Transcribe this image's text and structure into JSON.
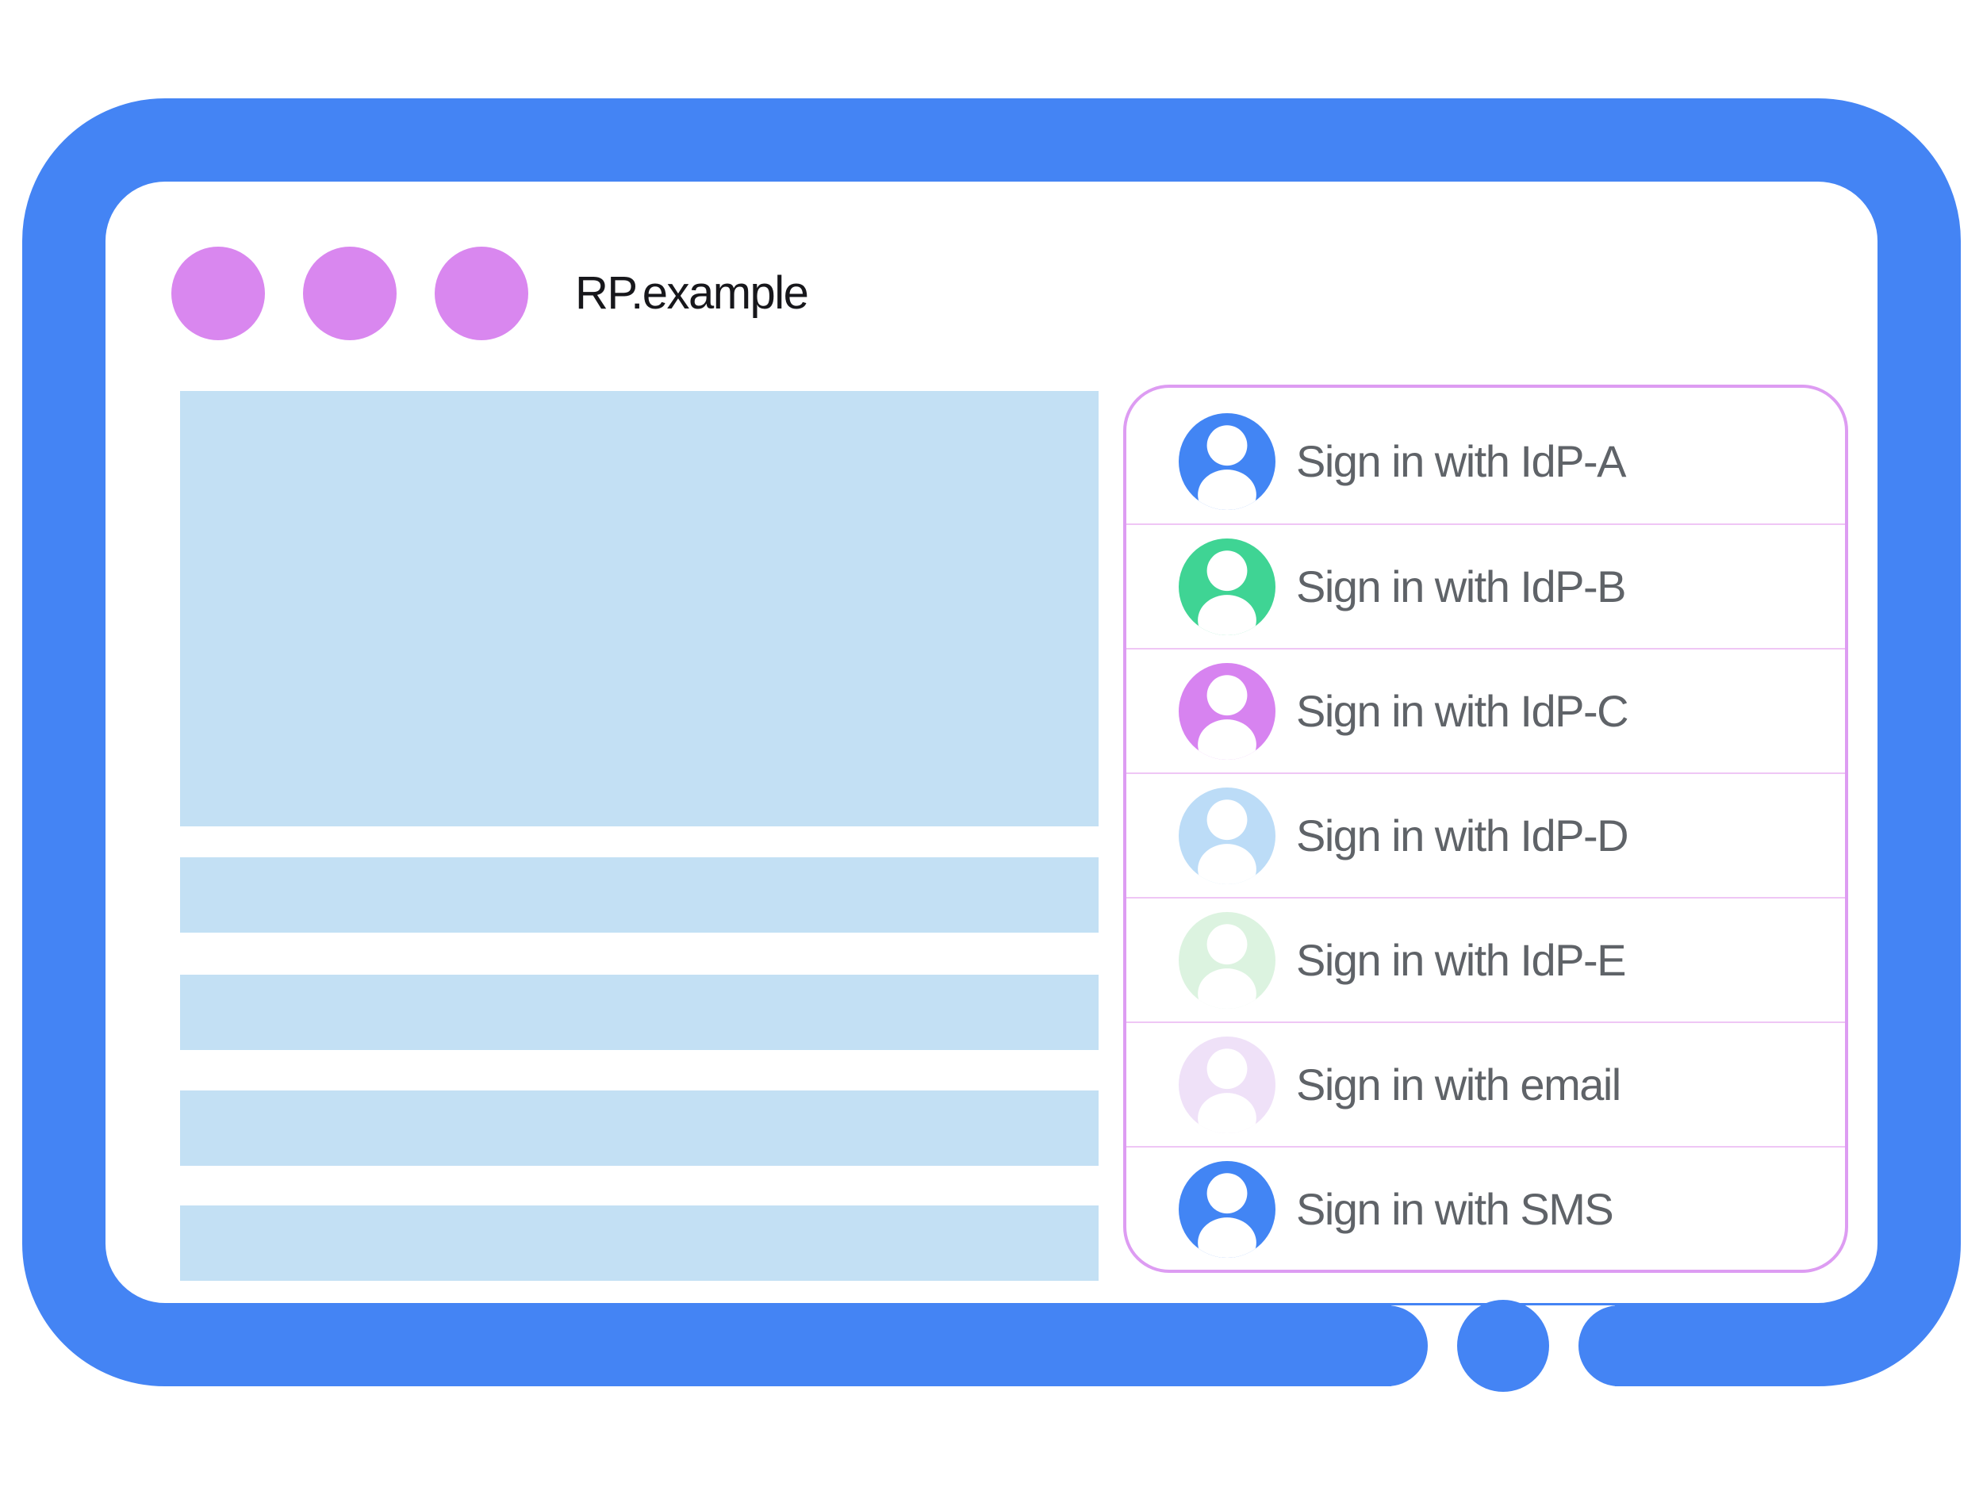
{
  "window": {
    "title": "RP.example",
    "dot_count": 3
  },
  "signin": {
    "options": [
      {
        "label": "Sign in with IdP-A",
        "avatar_icon": "person-icon",
        "avatar_color": "#4285F4"
      },
      {
        "label": "Sign in with IdP-B",
        "avatar_icon": "person-icon",
        "avatar_color": "#3FD494"
      },
      {
        "label": "Sign in with IdP-C",
        "avatar_icon": "person-icon",
        "avatar_color": "#D783F0"
      },
      {
        "label": "Sign in with IdP-D",
        "avatar_icon": "person-icon",
        "avatar_color": "#BCDCF7"
      },
      {
        "label": "Sign in with IdP-E",
        "avatar_icon": "person-icon",
        "avatar_color": "#DCF3E0"
      },
      {
        "label": "Sign in with email",
        "avatar_icon": "person-icon",
        "avatar_color": "#EFE1F8"
      },
      {
        "label": "Sign in with SMS",
        "avatar_icon": "person-icon",
        "avatar_color": "#4285F4"
      }
    ]
  },
  "colors": {
    "frame_blue": "#4484F4",
    "content_blue": "#C3E0F4",
    "dot_orchid": "#D987EF",
    "panel_border": "#DD9CF2",
    "panel_divider": "#EFC6F5",
    "label_text": "#5F6368",
    "title_text": "#17171B"
  }
}
